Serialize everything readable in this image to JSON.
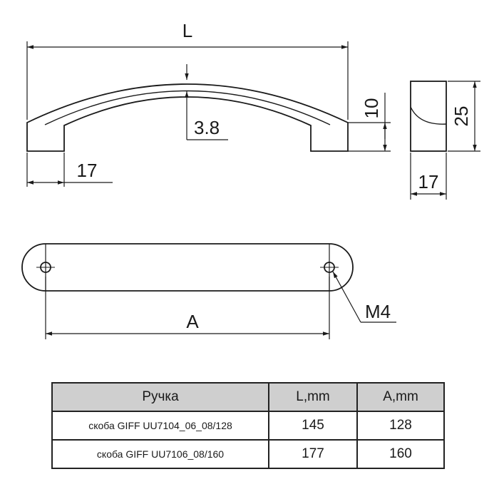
{
  "dimensions": {
    "L": "L",
    "height_10": "10",
    "depth_3_8": "3.8",
    "foot_17": "17",
    "height_25": "25",
    "width_17": "17",
    "A": "A",
    "thread": "M4"
  },
  "table": {
    "headers": [
      "Ручка",
      "L,mm",
      "A,mm"
    ],
    "rows": [
      [
        "скоба GIFF UU7104_06_08/128",
        "145",
        "128"
      ],
      [
        "скоба GIFF UU7106_08/160",
        "177",
        "160"
      ]
    ]
  },
  "colors": {
    "line": "#1a1a1a",
    "header_bg": "#cfcfcf"
  }
}
